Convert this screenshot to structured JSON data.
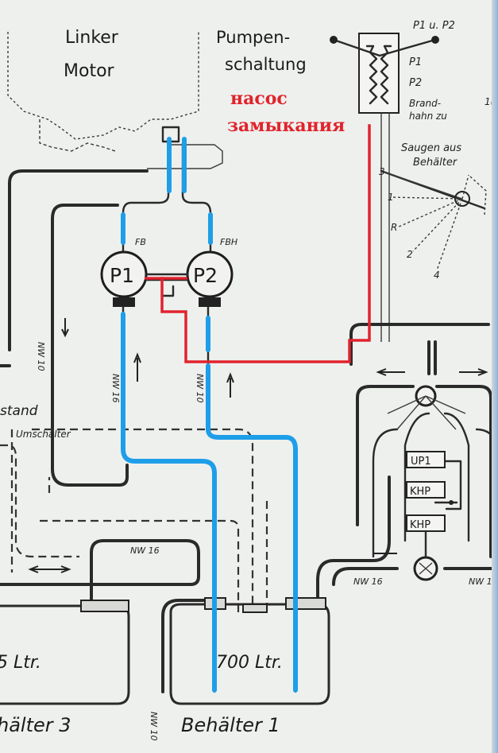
{
  "labels": {
    "linker_motor_1": "Linker",
    "linker_motor_2": "Motor",
    "pumpen_1": "Pumpen-",
    "pumpen_2": "schaltung",
    "p1up2": "P1 u. P2",
    "p1": "P1",
    "p2": "P2",
    "brand_1": "Brand-",
    "brand_2": "hahn zu",
    "saugen_1": "Saugen aus",
    "saugen_2": "Behälter",
    "ru_1": "насос",
    "ru_2": "замыкания",
    "pump1": "P1",
    "pump2": "P2",
    "fb": "FB",
    "fbh": "FBH",
    "nw10_left": "NW 10",
    "nw16_left": "NW 16",
    "nw10_mid": "NW 10",
    "stand": "stand",
    "umschalter": "Umschalter",
    "nw16_bottom": "NW 16",
    "nw16_right": "NW 16",
    "nw16_far_right": "NW 1",
    "nw10_bottom": "NW 10",
    "up1": "UP1",
    "khp1": "KHP",
    "khp2": "KHP",
    "tank_left_cap": "5 Ltr.",
    "tank_right_cap": "700 Ltr.",
    "tank_left_name": "hälter 3",
    "tank_right_name": "Behälter 1",
    "dial_3": "3",
    "dial_1": "1",
    "dial_r": "R",
    "dial_2": "2",
    "dial_4": "4",
    "edge_1": "1("
  },
  "colors": {
    "highlight_blue": "#1e9ee8",
    "highlight_red": "#e0232e",
    "ink": "#2a2a2a",
    "paper": "#eef0ee"
  }
}
